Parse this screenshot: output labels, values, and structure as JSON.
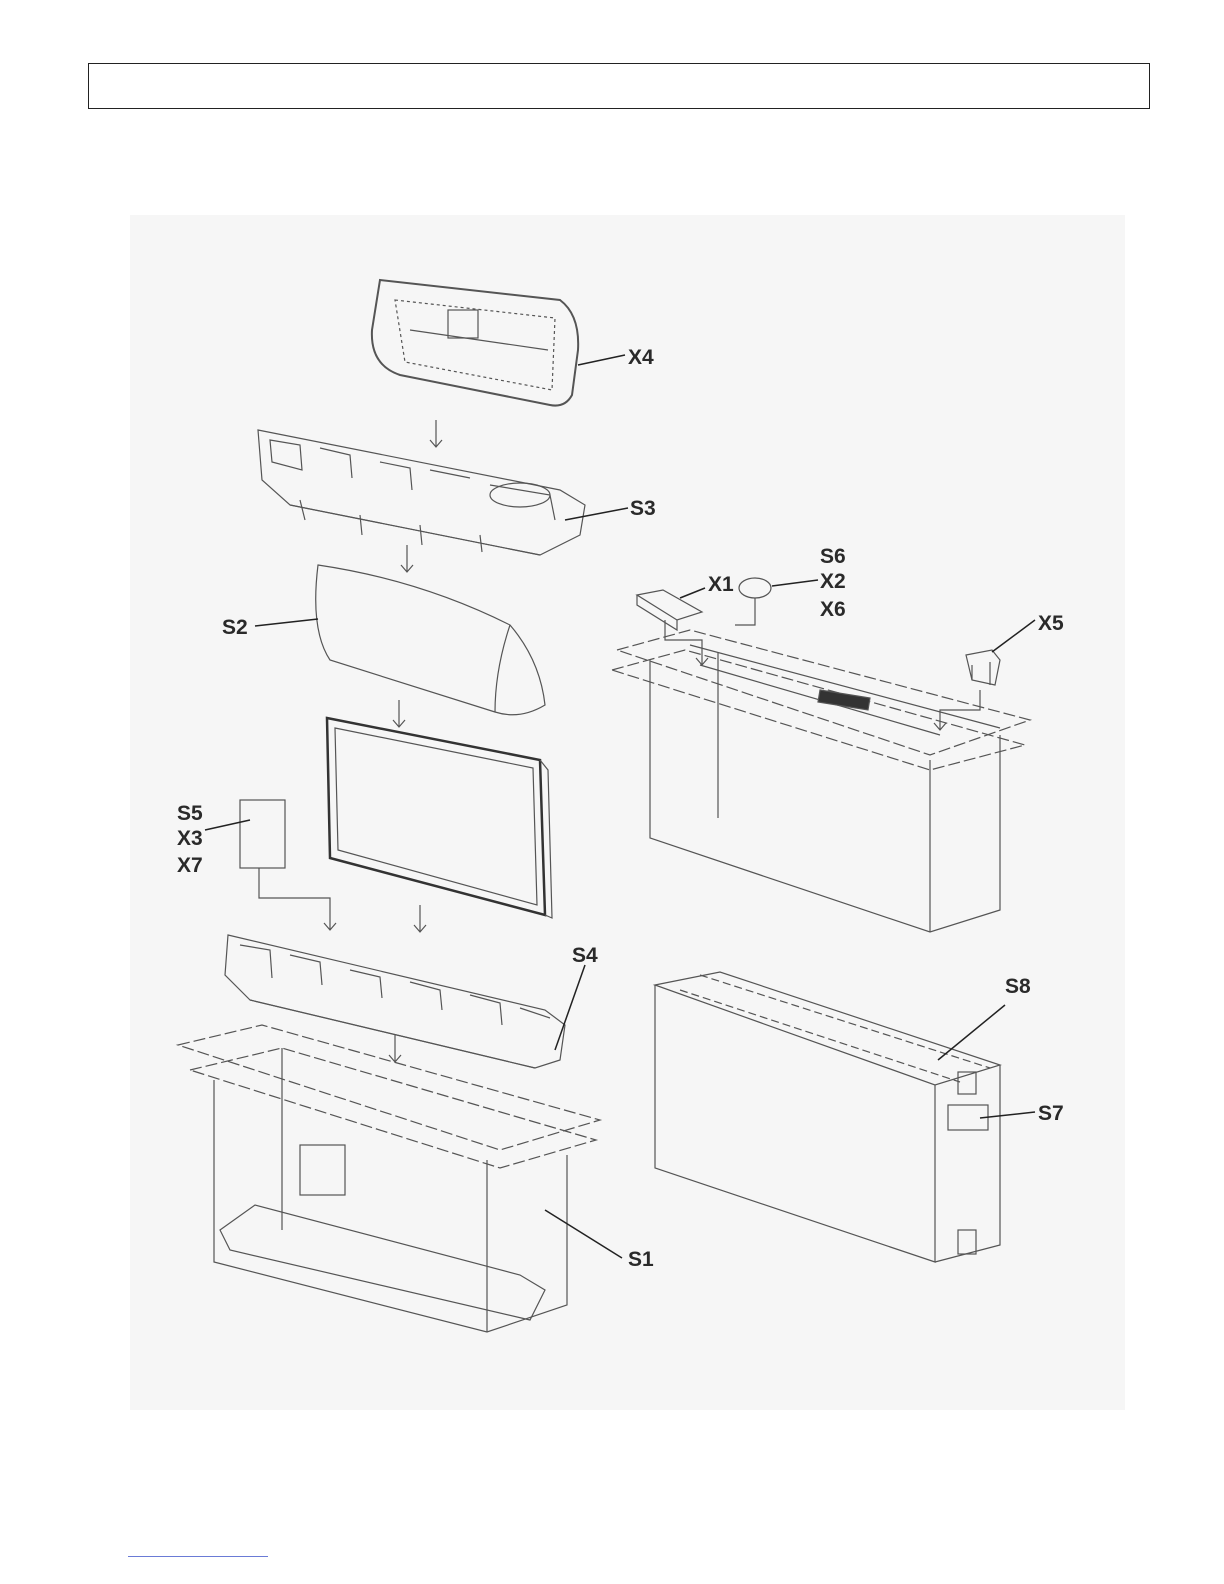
{
  "header": {
    "title": ""
  },
  "labels": {
    "x4": "X4",
    "s3": "S3",
    "s2": "S2",
    "x1": "X1",
    "s6": "S6",
    "x2": "X2",
    "x6": "X6",
    "x5": "X5",
    "s5": "S5",
    "x3": "X3",
    "x7": "X7",
    "s4": "S4",
    "s1": "S1",
    "s8": "S8",
    "s7": "S7"
  },
  "colors": {
    "line": "#555555",
    "label": "#2a2a2a",
    "background": "#f6f6f6",
    "footer_rule": "#6a7bd6"
  }
}
